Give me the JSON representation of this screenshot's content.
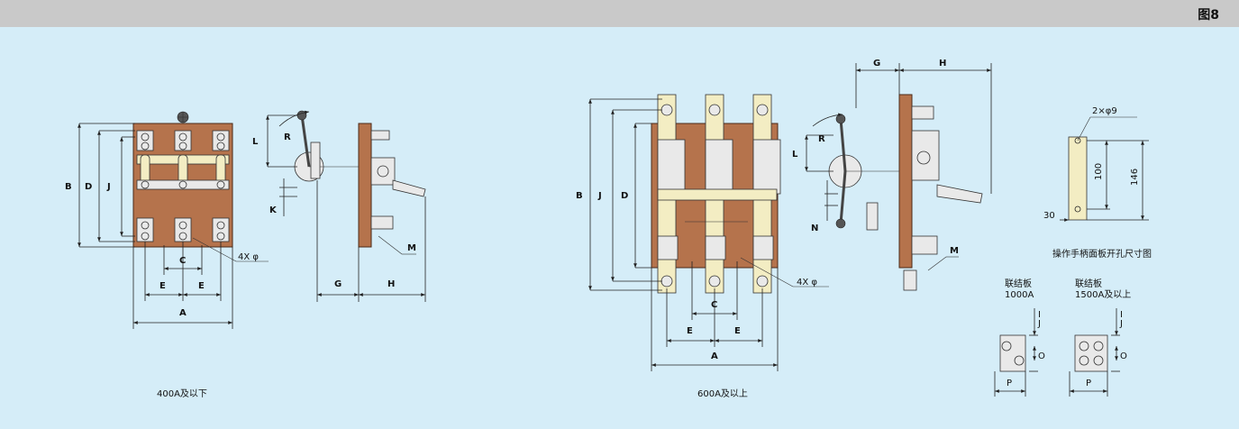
{
  "header": {
    "figure_label": "图8"
  },
  "left_drawing": {
    "caption": "400A及以下",
    "labels": {
      "A": "A",
      "B": "B",
      "C": "C",
      "D": "D",
      "E": "E",
      "J": "J",
      "L": "L",
      "R": "R",
      "K": "K",
      "G": "G",
      "H": "H",
      "M": "M",
      "hole": "4X φ"
    }
  },
  "mid_drawing": {
    "caption": "600A及以上",
    "labels": {
      "A": "A",
      "B": "B",
      "C": "C",
      "D": "D",
      "E": "E",
      "J": "J",
      "L": "L",
      "R": "R",
      "N": "N",
      "G": "G",
      "H": "H",
      "M": "M",
      "hole": "4X φ"
    }
  },
  "panel_cutout": {
    "title": "操作手柄面板开孔尺寸图",
    "hole_spec": "2×φ9",
    "dim_100": "100",
    "dim_146": "146",
    "dim_30": "30"
  },
  "link_plate_1000": {
    "title": "联结板",
    "rating": "1000A",
    "J": "J",
    "I": "I",
    "O": "O",
    "P": "P"
  },
  "link_plate_1500": {
    "title": "联结板",
    "rating": "1500A及以上",
    "J": "J",
    "I": "I",
    "O": "O",
    "P": "P"
  }
}
